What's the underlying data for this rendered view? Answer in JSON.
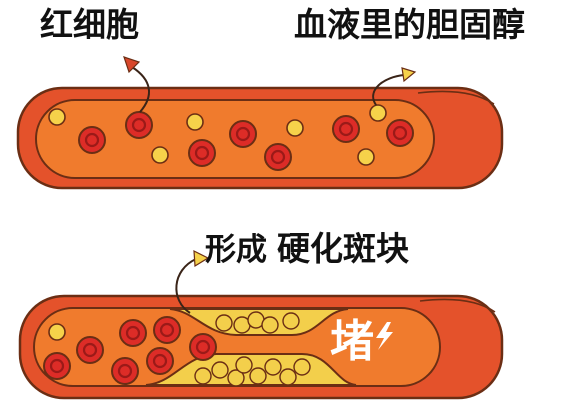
{
  "labels": {
    "red_blood_cell": "红细胞",
    "blood_cholesterol": "血液里的胆固醇",
    "plaque_prefix": "形成",
    "plaque_main": "硬化斑块",
    "blocked": "堵"
  },
  "colors": {
    "vessel": "#e4522b",
    "lumen": "#f07b2d",
    "outline": "#6b2e14",
    "rbc": "#dd2c27",
    "rbc_ring": "#9b1a18",
    "cholesterol": "#f6d24a",
    "plaque": "#f3cf4b",
    "arrow_red": "#d9472b",
    "line": "#3a2418",
    "background": "#ffffff"
  }
}
